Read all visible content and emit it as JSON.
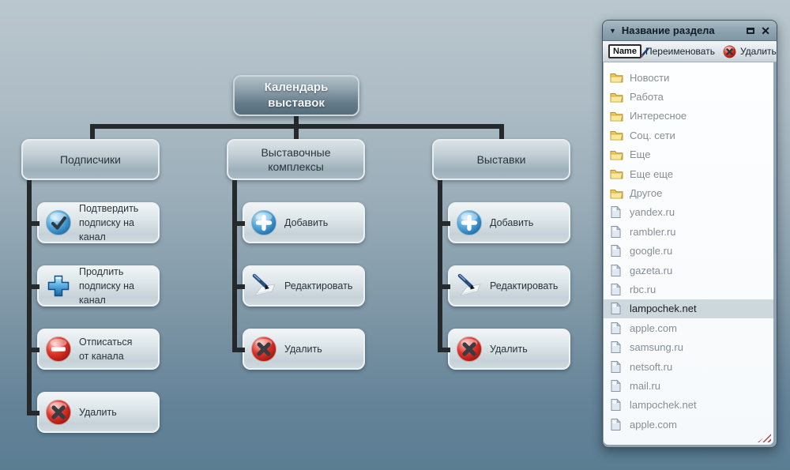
{
  "flowchart": {
    "root": {
      "label": "Календарь\nвыставок"
    },
    "columns": [
      {
        "header": "Подписчики",
        "items": [
          {
            "label": "Подтвердить\nподписку на канал",
            "icon": "confirm-check-sphere-icon"
          },
          {
            "label": "Продлить\nподписку на канал",
            "icon": "extend-plus-icon"
          },
          {
            "label": "Отписаться\nот канала",
            "icon": "unsubscribe-minus-icon"
          },
          {
            "label": "Удалить",
            "icon": "delete-x-sphere-icon"
          }
        ]
      },
      {
        "header": "Выставочные\nкомплексы",
        "items": [
          {
            "label": "Добавить",
            "icon": "add-plus-sphere-icon"
          },
          {
            "label": "Редактировать",
            "icon": "edit-pen-icon"
          },
          {
            "label": "Удалить",
            "icon": "delete-x-sphere-icon"
          }
        ]
      },
      {
        "header": "Выставки",
        "items": [
          {
            "label": "Добавить",
            "icon": "add-plus-sphere-icon"
          },
          {
            "label": "Редактировать",
            "icon": "edit-pen-icon"
          },
          {
            "label": "Удалить",
            "icon": "delete-x-sphere-icon"
          }
        ]
      }
    ]
  },
  "panel": {
    "title": "Название раздела",
    "collapse_glyph": "▼",
    "close_glyph": "✕",
    "toolbar": {
      "name_field_value": "Name",
      "rename_label": "Переименовать",
      "delete_label": "Удалить"
    },
    "folders": [
      {
        "name": "Новости"
      },
      {
        "name": "Работа"
      },
      {
        "name": "Интересное"
      },
      {
        "name": "Соц. сети"
      },
      {
        "name": "Еще"
      },
      {
        "name": "Еще еще"
      },
      {
        "name": "Другое"
      }
    ],
    "files": [
      {
        "name": "yandex.ru"
      },
      {
        "name": "rambler.ru"
      },
      {
        "name": "google.ru"
      },
      {
        "name": "gazeta.ru"
      },
      {
        "name": "rbc.ru"
      },
      {
        "name": "lampochek.net",
        "selected": true
      },
      {
        "name": "apple.com"
      },
      {
        "name": "samsung.ru"
      },
      {
        "name": "netsoft.ru"
      },
      {
        "name": "mail.ru"
      },
      {
        "name": "lampochek.net"
      },
      {
        "name": "apple.com"
      }
    ]
  },
  "colors": {
    "connector": "#26292c",
    "selected_row_bg": "#cdd8dd",
    "accent_red": "#d8241f",
    "accent_blue": "#2f7fc1",
    "folder_yellow": "#edc75b"
  }
}
